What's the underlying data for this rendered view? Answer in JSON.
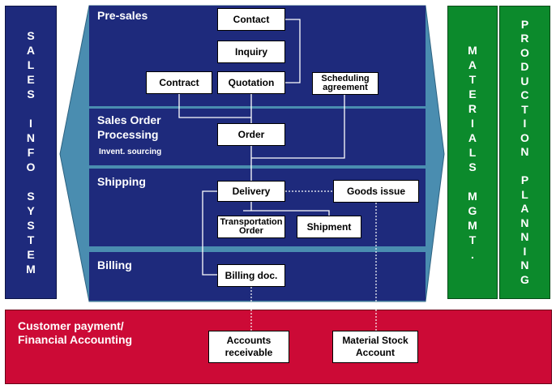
{
  "panels": {
    "sales_info_system": [
      "S",
      "A",
      "L",
      "E",
      "S",
      "",
      "I",
      "N",
      "F",
      "O",
      "",
      "S",
      "Y",
      "S",
      "T",
      "E",
      "M"
    ],
    "materials_mgmt": [
      "M",
      "A",
      "T",
      "E",
      "R",
      "I",
      "A",
      "L",
      "S",
      "",
      "M",
      "G",
      "M",
      "T",
      "."
    ],
    "production_planning": [
      "P",
      "R",
      "O",
      "D",
      "U",
      "C",
      "T",
      "I",
      "O",
      "N",
      "",
      "P",
      "L",
      "A",
      "N",
      "N",
      "I",
      "N",
      "G"
    ],
    "finance_title": "Customer payment/\nFinancial Accounting"
  },
  "lanes": {
    "presales": "Pre-sales",
    "sales_order": "Sales Order\nProcessing",
    "sales_order_sub": "Invent. sourcing",
    "shipping": "Shipping",
    "billing": "Billing"
  },
  "boxes": {
    "contact": "Contact",
    "inquiry": "Inquiry",
    "contract": "Contract",
    "quotation": "Quotation",
    "scheduling_agreement": "Scheduling\nagreement",
    "order": "Order",
    "delivery": "Delivery",
    "goods_issue": "Goods issue",
    "transportation_order": "Transportation\nOrder",
    "shipment": "Shipment",
    "billing_doc": "Billing doc.",
    "accounts_receivable": "Accounts\nreceivable",
    "material_stock_account": "Material Stock\nAccount"
  },
  "colors": {
    "lane_blue": "#1e2a7c",
    "arrow_blue": "#4a8db0",
    "green": "#0c8a2c",
    "red": "#cc0a36"
  }
}
